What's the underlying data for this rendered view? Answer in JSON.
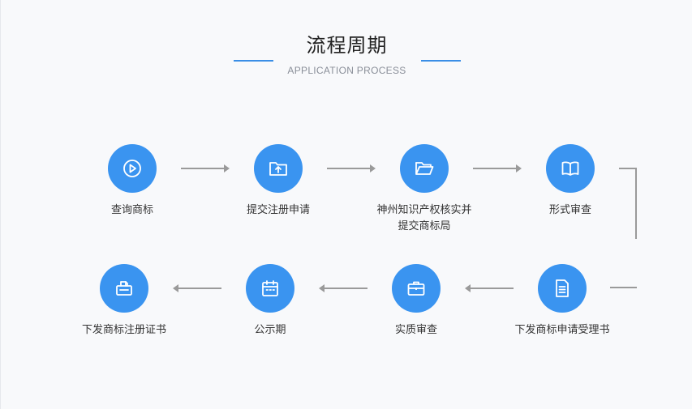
{
  "header": {
    "title": "流程周期",
    "subtitle": "APPLICATION PROCESS"
  },
  "colors": {
    "accent": "#3a94f0",
    "arrow": "#9a9a9a"
  },
  "steps": [
    {
      "label": "查询商标",
      "icon": "play-icon"
    },
    {
      "label": "提交注册申请",
      "icon": "folder-upload-icon"
    },
    {
      "label": "神州知识产权核实并提交商标局",
      "icon": "folder-open-icon"
    },
    {
      "label": "形式审查",
      "icon": "book-icon"
    },
    {
      "label": "下发商标申请受理书",
      "icon": "document-icon"
    },
    {
      "label": "实质审查",
      "icon": "briefcase-icon"
    },
    {
      "label": "公示期",
      "icon": "calendar-icon"
    },
    {
      "label": "下发商标注册证书",
      "icon": "certificate-icon"
    }
  ]
}
